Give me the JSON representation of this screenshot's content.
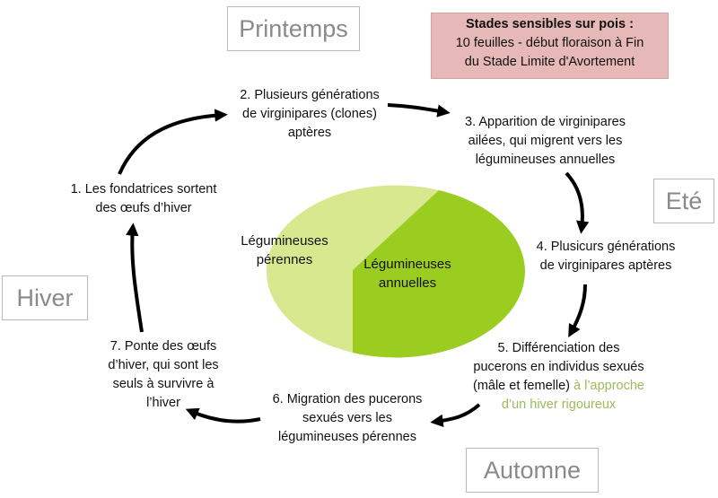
{
  "seasons": {
    "spring": "Printemps",
    "summer": "Eté",
    "autumn": "Automne",
    "winter": "Hiver"
  },
  "note": {
    "title": "Stades sensibles sur pois :",
    "line1": "10 feuilles - début floraison à Fin",
    "line2": "du Stade Limite d'Avortement",
    "background": "#e6b8b7"
  },
  "steps": {
    "s1": [
      "1. Les fondatrices sortent",
      "des œufs d’hiver"
    ],
    "s2": [
      "2. Plusieurs générations",
      "de virginipares (clones)",
      "aptères"
    ],
    "s3": [
      "3. Apparition de virginipares",
      "ailées, qui migrent vers les",
      "légumineuses annuelles"
    ],
    "s4": [
      "4. Plusicurs générations",
      "de virginipares aptères"
    ],
    "s5": [
      "5. Différenciation des",
      "pucerons en individus sexués",
      "(mâle et femelle)",
      "à l’approche",
      "d’un hiver rigoureux"
    ],
    "s6": [
      "6. Migration des pucerons",
      "sexués vers les",
      "légumineuses pérennes"
    ],
    "s7": [
      "7. Ponte des œufs",
      "d’hiver, qui sont les",
      "seuls à survivre à",
      "l’hiver"
    ]
  },
  "pie": {
    "perennial_label": [
      "Légumineuses",
      "pérennes"
    ],
    "annual_label": [
      "Légumineuses",
      "annuelles"
    ],
    "perennial_color": "#d7e88f",
    "annual_color": "#9acd1f"
  },
  "colors": {
    "highlight": "#9bbb59",
    "season_text": "#8a8a8a",
    "arrow": "#000000"
  }
}
